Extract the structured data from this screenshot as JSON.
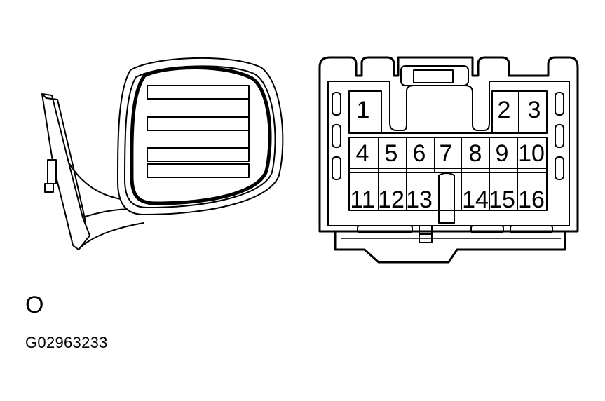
{
  "diagram": {
    "connector": {
      "pins": [
        {
          "id": "1",
          "label": "1"
        },
        {
          "id": "2",
          "label": "2"
        },
        {
          "id": "3",
          "label": "3"
        },
        {
          "id": "4",
          "label": "4"
        },
        {
          "id": "5",
          "label": "5"
        },
        {
          "id": "6",
          "label": "6"
        },
        {
          "id": "7",
          "label": "7"
        },
        {
          "id": "8",
          "label": "8"
        },
        {
          "id": "9",
          "label": "9"
        },
        {
          "id": "10",
          "label": "10"
        },
        {
          "id": "11",
          "label": "11"
        },
        {
          "id": "12",
          "label": "12"
        },
        {
          "id": "13",
          "label": "13"
        },
        {
          "id": "14",
          "label": "14"
        },
        {
          "id": "15",
          "label": "15"
        },
        {
          "id": "16",
          "label": "16"
        }
      ]
    },
    "caption_letter": "O",
    "figure_code": "G02963233"
  },
  "colors": {
    "line": "#000000",
    "background": "#ffffff"
  }
}
